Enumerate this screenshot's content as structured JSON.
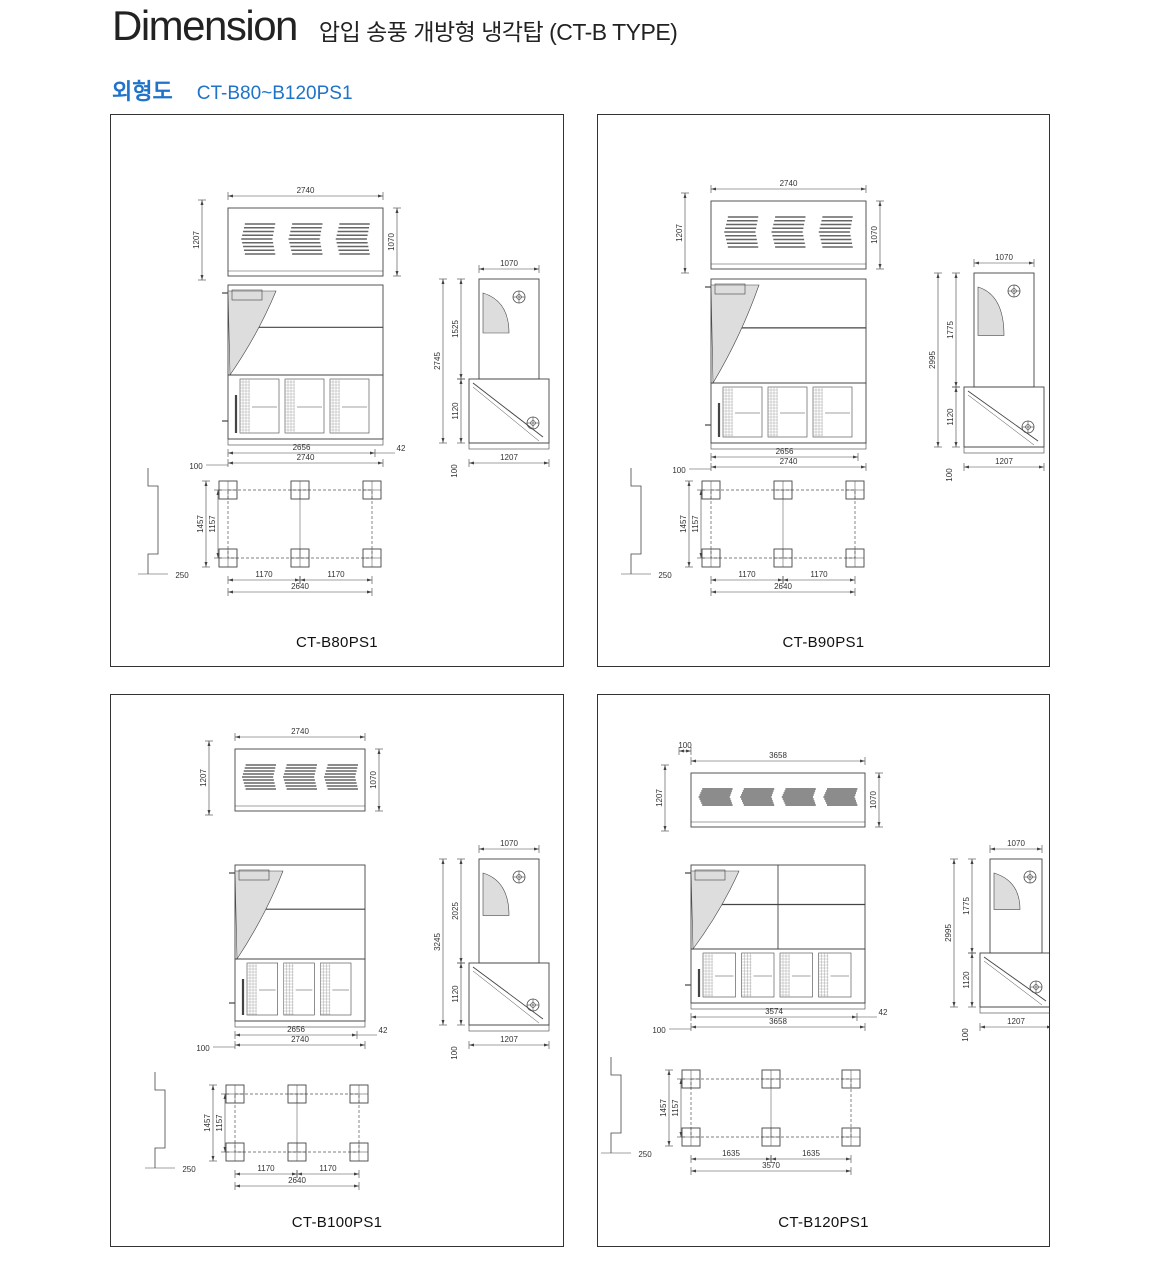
{
  "header": {
    "title": "Dimension",
    "subtitle": "압입 송풍 개방형 냉각탑 (CT-B TYPE)"
  },
  "section": {
    "label": "외형도",
    "range": "CT-B80~B120PS1"
  },
  "panels": [
    {
      "model": "CT-B80PS1",
      "dims": {
        "top_width": "2740",
        "top_depth": "1207",
        "top_height": "1070",
        "side_top_width": "1070",
        "upper_height": "1525",
        "total_height": "2745",
        "lower_height": "1120",
        "inner_width": "2656",
        "outer_width": "2740",
        "offset": "100",
        "gap": "42",
        "base_height": "100",
        "side_base_width": "1207",
        "found_outer": "1457",
        "found_inner": "1157",
        "found_edge": "250",
        "spacing_1": "1170",
        "spacing_2": "1170",
        "found_width": "2640"
      }
    },
    {
      "model": "CT-B90PS1",
      "dims": {
        "top_width": "2740",
        "top_depth": "1207",
        "top_height": "1070",
        "side_top_width": "1070",
        "upper_height": "1775",
        "total_height": "2995",
        "lower_height": "1120",
        "inner_width": "2656",
        "outer_width": "2740",
        "offset": "100",
        "gap": "",
        "base_height": "100",
        "side_base_width": "1207",
        "found_outer": "1457",
        "found_inner": "1157",
        "found_edge": "250",
        "spacing_1": "1170",
        "spacing_2": "1170",
        "found_width": "2640"
      }
    },
    {
      "model": "CT-B100PS1",
      "dims": {
        "top_width": "2740",
        "top_depth": "1207",
        "top_height": "1070",
        "side_top_width": "1070",
        "upper_height": "2025",
        "total_height": "3245",
        "lower_height": "1120",
        "inner_width": "2656",
        "outer_width": "2740",
        "offset": "100",
        "gap": "42",
        "base_height": "100",
        "side_base_width": "1207",
        "found_outer": "1457",
        "found_inner": "1157",
        "found_edge": "250",
        "spacing_1": "1170",
        "spacing_2": "1170",
        "found_width": "2640"
      }
    },
    {
      "model": "CT-B120PS1",
      "dims": {
        "top_offset": "100",
        "top_width": "3658",
        "top_depth": "1207",
        "top_height": "1070",
        "side_top_width": "1070",
        "upper_height": "1775",
        "total_height": "2995",
        "lower_height": "1120",
        "inner_width": "3574",
        "outer_width": "3658",
        "offset": "100",
        "gap": "42",
        "base_height": "100",
        "side_base_width": "1207",
        "found_outer": "1457",
        "found_inner": "1157",
        "found_edge": "250",
        "spacing_1": "1635",
        "spacing_2": "1635",
        "found_width": "3570"
      }
    }
  ]
}
